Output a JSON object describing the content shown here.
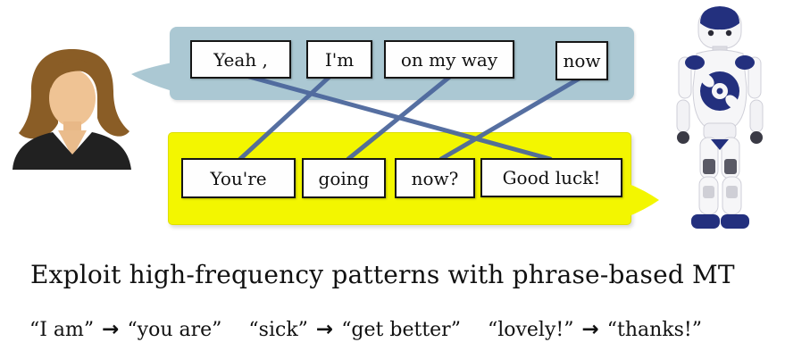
{
  "speaker_bubble": {
    "speaker": "woman",
    "background_color": "#abc8d3",
    "phrases": [
      "Yeah ,",
      "I'm",
      "on my way",
      "now"
    ]
  },
  "robot_bubble": {
    "speaker": "nao-robot",
    "background_color": "#f3f600",
    "phrases": [
      "You're",
      "going",
      "now?",
      "Good luck!"
    ]
  },
  "alignments": [
    {
      "from": "Yeah ,",
      "to": "Good luck!"
    },
    {
      "from": "I'm",
      "to": "You're"
    },
    {
      "from": "on my way",
      "to": "going"
    },
    {
      "from": "now",
      "to": "now?"
    }
  ],
  "alignment_line_color": "#4d689d",
  "robot_accent_color": "#23307e",
  "heading": "Exploit high-frequency patterns with phrase-based MT",
  "arrow_symbol": "→",
  "examples": [
    {
      "source": "“I am”",
      "target": "“you are”"
    },
    {
      "source": "“sick”",
      "target": "“get better”"
    },
    {
      "source": "“lovely!”",
      "target": "“thanks!”"
    }
  ],
  "icons": {
    "left": "woman-avatar-icon",
    "right": "nao-robot-icon"
  }
}
